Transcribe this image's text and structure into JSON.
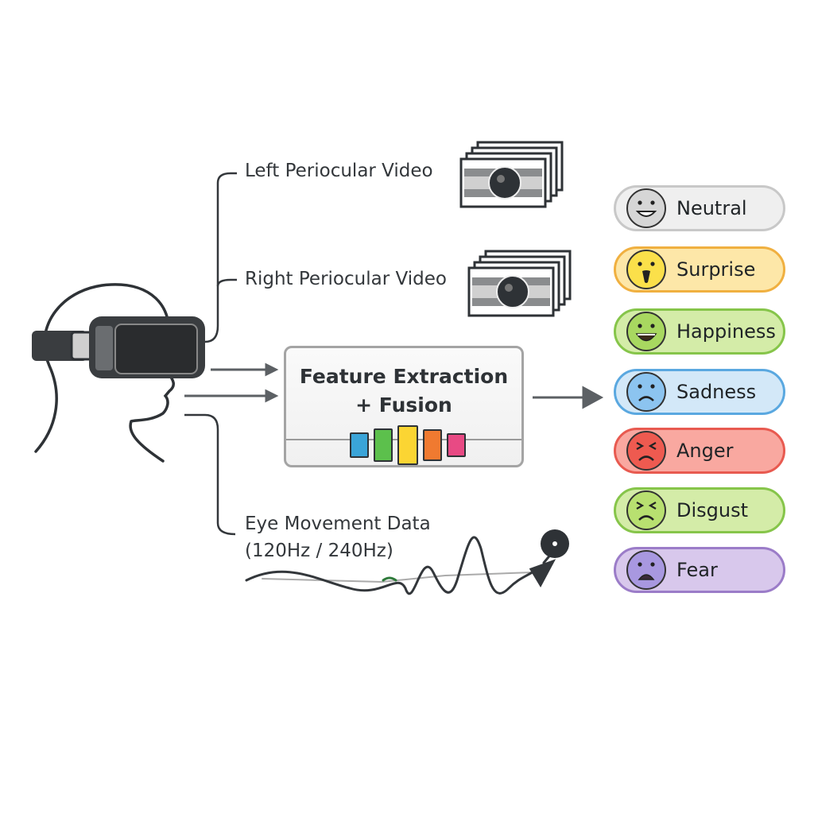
{
  "inputs": {
    "left_video": "Left Periocular Video",
    "right_video": "Right Periocular Video",
    "eye_movement_line1": "Eye Movement Data",
    "eye_movement_line2": "(120Hz / 240Hz)"
  },
  "fusion": {
    "title_line1": "Feature Extraction",
    "title_line2": "+ Fusion",
    "feature_colors": [
      "#3aa4d8",
      "#5cc04c",
      "#fbd533",
      "#f07a30",
      "#e84a84"
    ]
  },
  "emotions": [
    {
      "label": "Neutral",
      "face": "smile",
      "bg": "#efefef",
      "border": "#c8c8c8",
      "fill": "#d6d6d6"
    },
    {
      "label": "Surprise",
      "face": "open",
      "bg": "#fde7a8",
      "border": "#f0b040",
      "fill": "#fbe04a"
    },
    {
      "label": "Happiness",
      "face": "grin",
      "bg": "#d4eca8",
      "border": "#86c54a",
      "fill": "#a8d860"
    },
    {
      "label": "Sadness",
      "face": "sad",
      "bg": "#d3e8f8",
      "border": "#5aa8e0",
      "fill": "#8cc4f0"
    },
    {
      "label": "Anger",
      "face": "squint",
      "bg": "#f9a8a0",
      "border": "#e85a50",
      "fill": "#ee5a50"
    },
    {
      "label": "Disgust",
      "face": "squint",
      "bg": "#d4eca8",
      "border": "#86c54a",
      "fill": "#b8e070"
    },
    {
      "label": "Fear",
      "face": "fear",
      "bg": "#d8c8ec",
      "border": "#9b7cc8",
      "fill": "#a898e0"
    }
  ]
}
